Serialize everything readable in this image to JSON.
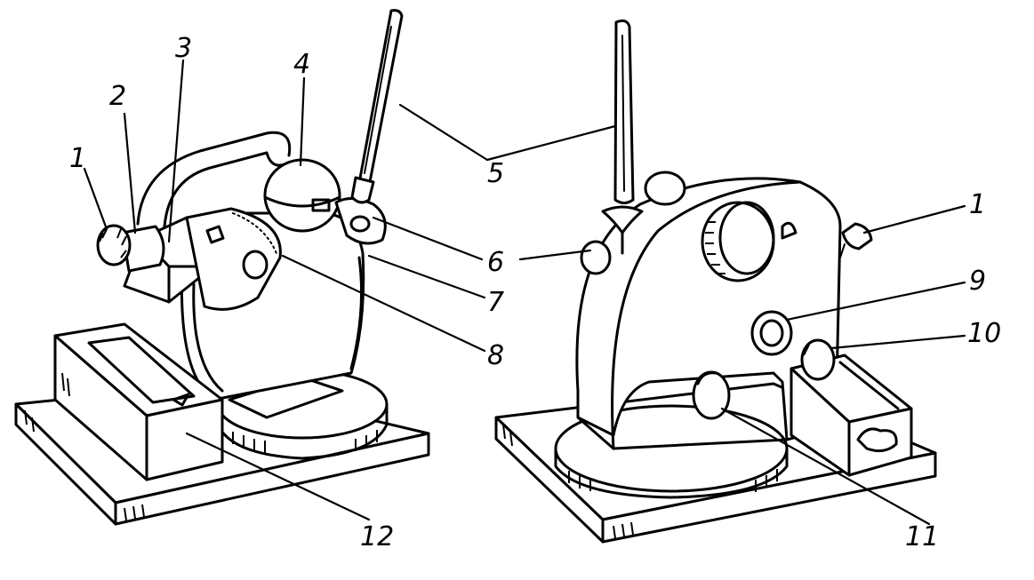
{
  "diagram": {
    "callouts": [
      {
        "id": "left-1",
        "label": "1"
      },
      {
        "id": "left-2",
        "label": "2"
      },
      {
        "id": "left-3",
        "label": "3"
      },
      {
        "id": "left-4",
        "label": "4"
      },
      {
        "id": "left-5",
        "label": "5"
      },
      {
        "id": "left-6",
        "label": "6"
      },
      {
        "id": "left-7",
        "label": "7"
      },
      {
        "id": "left-8",
        "label": "8"
      },
      {
        "id": "left-12",
        "label": "12"
      },
      {
        "id": "right-1",
        "label": "1"
      },
      {
        "id": "right-9",
        "label": "9"
      },
      {
        "id": "right-10",
        "label": "10"
      },
      {
        "id": "right-11",
        "label": "11"
      }
    ]
  }
}
